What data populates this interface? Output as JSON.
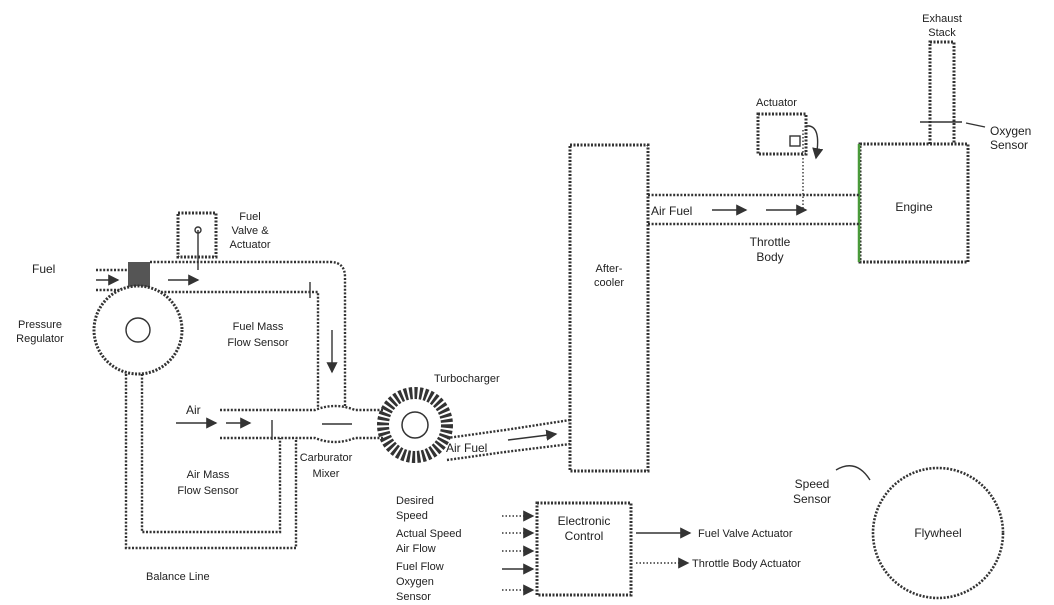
{
  "labels": {
    "exhaust_stack": [
      "Exhaust",
      "Stack"
    ],
    "oxygen_sensor": [
      "Oxygen",
      "Sensor"
    ],
    "actuator": "Actuator",
    "engine": "Engine",
    "fuel_valve_actuator": [
      "Fuel",
      "Valve &",
      "Actuator"
    ],
    "fuel": "Fuel",
    "pressure_regulator": [
      "Pressure",
      "Regulator"
    ],
    "fuel_mass_flow_sensor": [
      "Fuel Mass",
      "Flow Sensor"
    ],
    "after_cooler": [
      "After-",
      "cooler"
    ],
    "air_fuel_top": "Air Fuel",
    "throttle_body": [
      "Throttle",
      "Body"
    ],
    "turbocharger": "Turbocharger",
    "air": "Air",
    "air_fuel_bottom": "Air Fuel",
    "air_mass_flow_sensor": [
      "Air Mass",
      "Flow Sensor"
    ],
    "carburator_mixer": [
      "Carburator",
      "Mixer"
    ],
    "balance_line": "Balance Line",
    "speed_sensor": [
      "Speed",
      "Sensor"
    ],
    "flywheel": "Flywheel",
    "electronic_control": [
      "Electronic",
      "Control"
    ],
    "inputs": [
      "Desired",
      "Speed",
      "Actual Speed",
      "Air Flow",
      "Fuel Flow",
      "Oxygen",
      "Sensor"
    ],
    "fuel_valve_actuator_out": "Fuel Valve Actuator",
    "throttle_body_actuator_out": "Throttle Body Actuator"
  },
  "colors": {
    "line": "#333333",
    "engine_accent": "#4a9a3a"
  }
}
